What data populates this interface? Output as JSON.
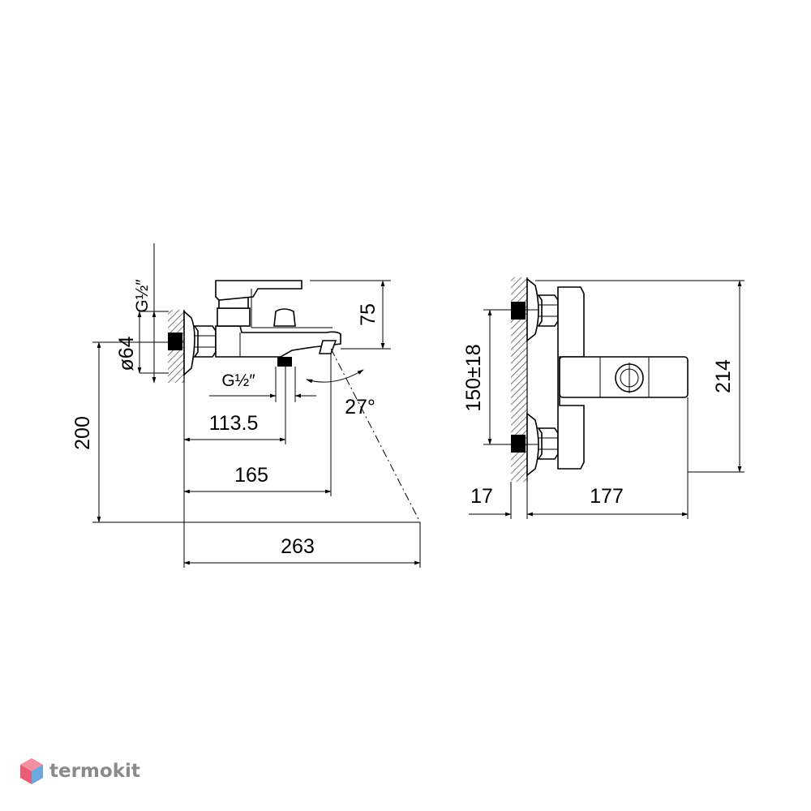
{
  "side_view": {
    "thread_top": "G½″",
    "diameter": "ø64",
    "height_75": "75",
    "thread_bottom": "G½″",
    "angle": "27°",
    "dim_113": "113.5",
    "dim_165": "165",
    "dim_200": "200",
    "dim_263": "263"
  },
  "front_view": {
    "center_distance": "150±18",
    "height_214": "214",
    "dim_17": "17",
    "dim_177": "177"
  },
  "brand": {
    "name": "termokit",
    "logo_colors": [
      "#e85d75",
      "#6aa8e0"
    ]
  }
}
